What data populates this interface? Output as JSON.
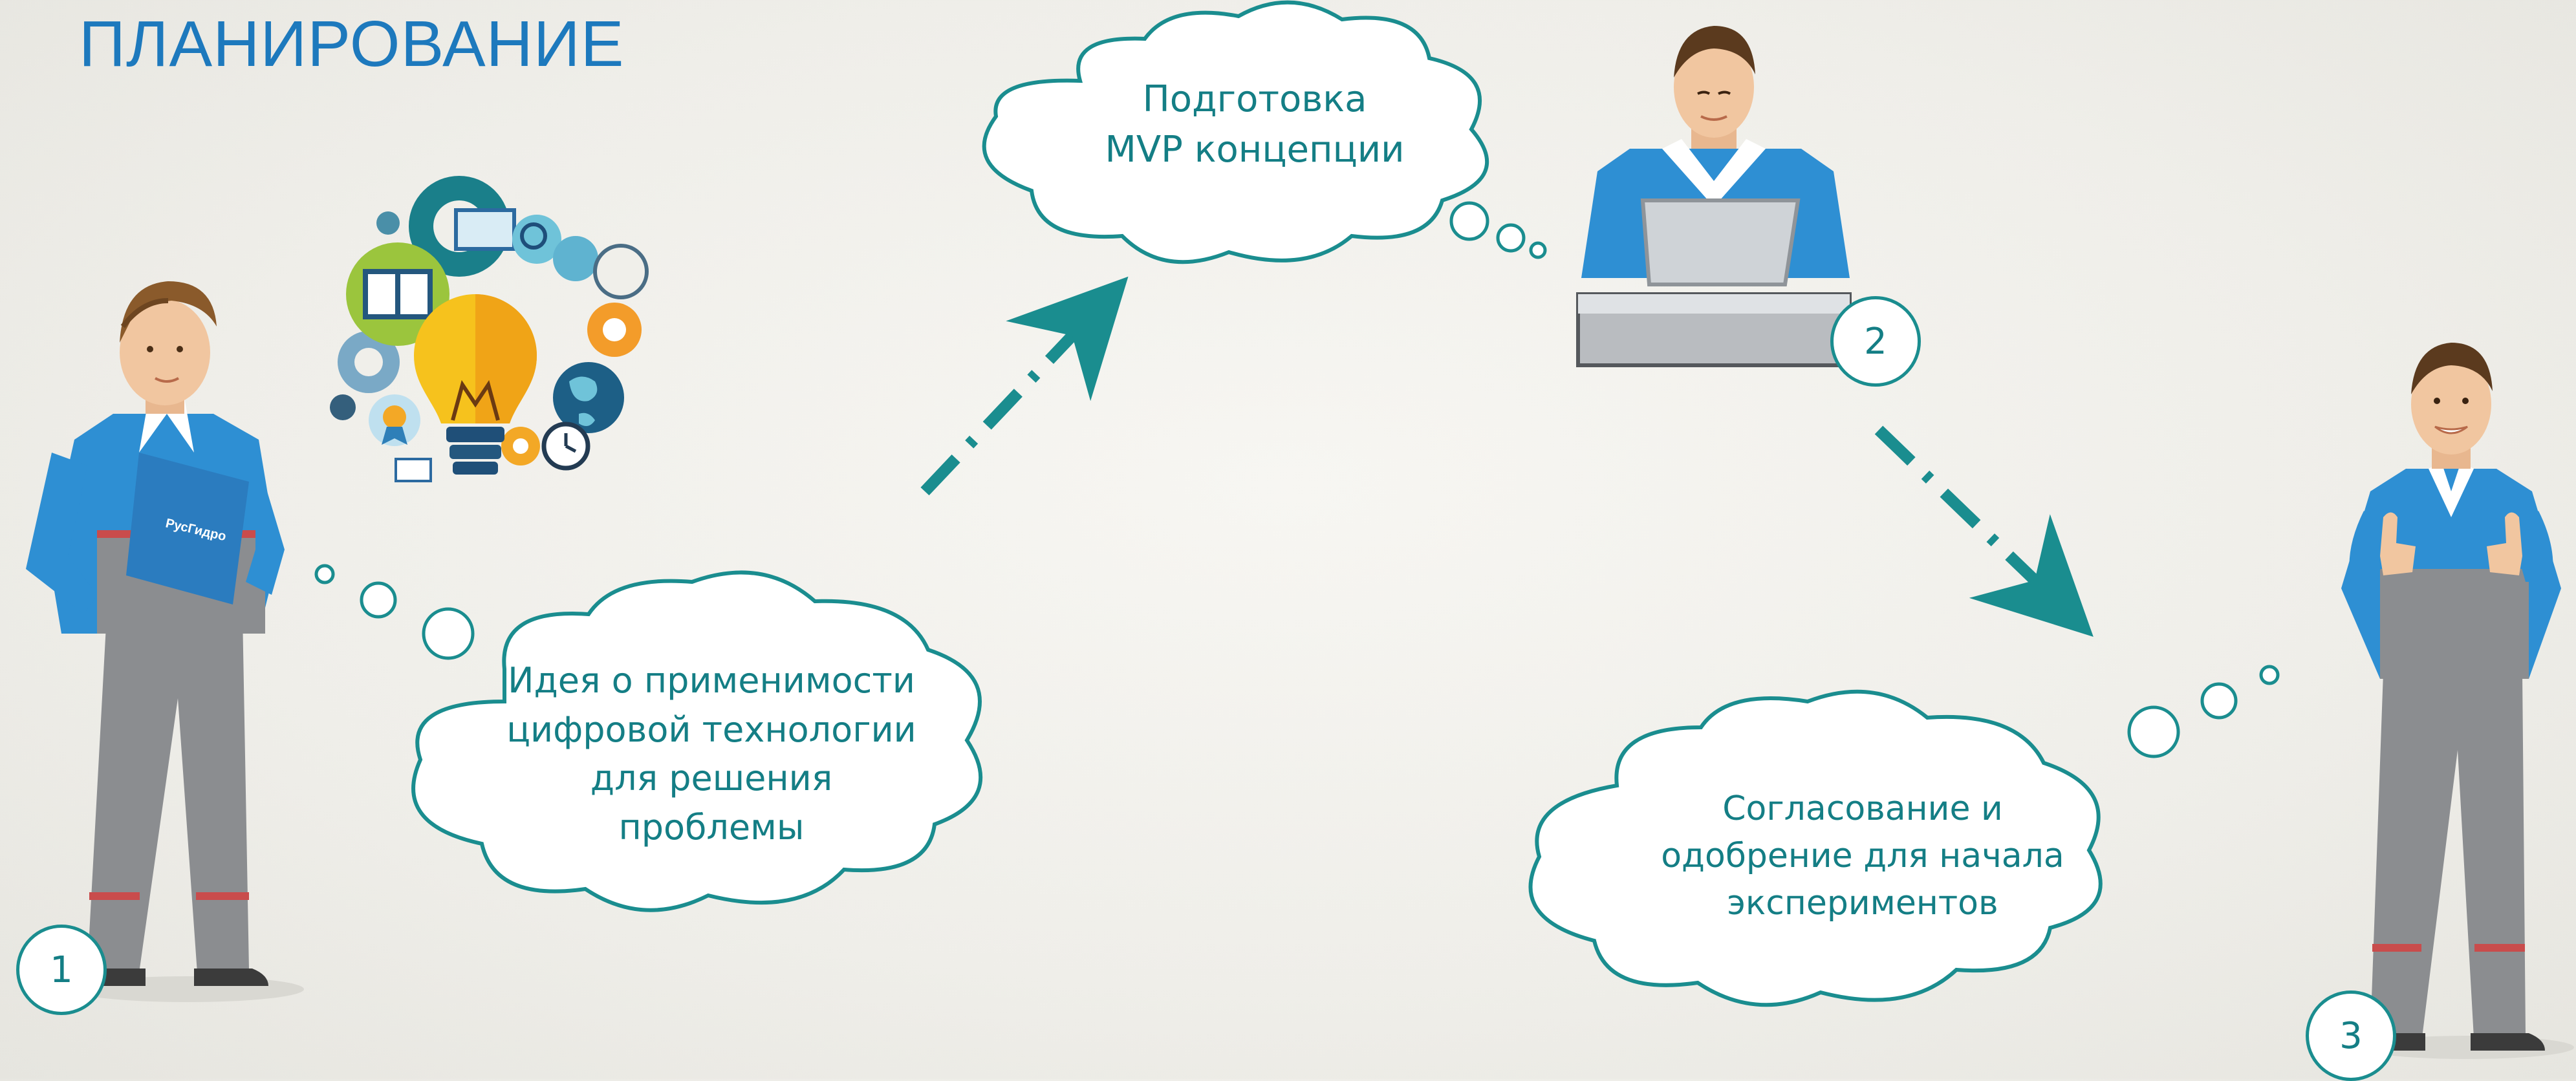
{
  "title": "ПЛАНИРОВАНИЕ",
  "steps": [
    {
      "number": "1",
      "lines": [
        "Идея о применимости",
        "цифровой технологии",
        "для решения",
        "проблемы"
      ]
    },
    {
      "number": "2",
      "lines": [
        "Подготовка",
        "MVP концепции"
      ]
    },
    {
      "number": "3",
      "lines": [
        "Согласование и",
        "одобрение для начала",
        "экспериментов"
      ]
    }
  ],
  "logo_text": "РусГидро",
  "colors": {
    "accent": "#1d79bd",
    "teal": "#1a8d8f",
    "teal_text": "#147e85",
    "shirt_blue": "#2e8fd3",
    "uniform_gray": "#8b8d90",
    "bulb_yellow": "#f6c21d"
  }
}
